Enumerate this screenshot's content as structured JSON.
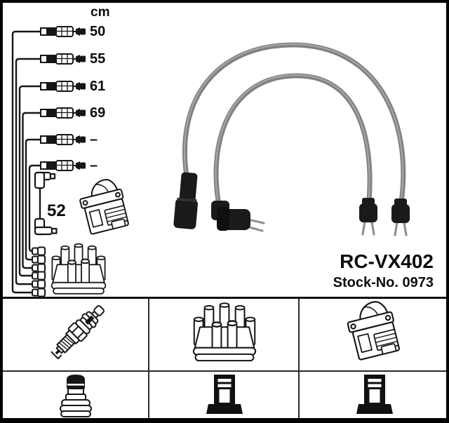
{
  "product": {
    "code": "RC-VX402",
    "stock_label": "Stock-No. 0973"
  },
  "measurements": {
    "unit": "cm",
    "cable_lengths": [
      "50",
      "55",
      "61",
      "69",
      "–",
      "–"
    ],
    "coil_lead_length": "52"
  },
  "icons": {
    "main_panel": [
      "cable-with-connectors",
      "coil-lead",
      "ignition-coil",
      "distributor-cap",
      "ignition-leads-photo"
    ],
    "parts_grid": [
      "spark-plug",
      "distributor-cap",
      "ignition-coil",
      "terminal-dome-connector",
      "terminal-din-connector",
      "terminal-din-connector"
    ]
  },
  "colors": {
    "background": "#ffffff",
    "line_art": "#161616",
    "cable_gray": "#828282",
    "boot_black": "#1a1a1a"
  }
}
